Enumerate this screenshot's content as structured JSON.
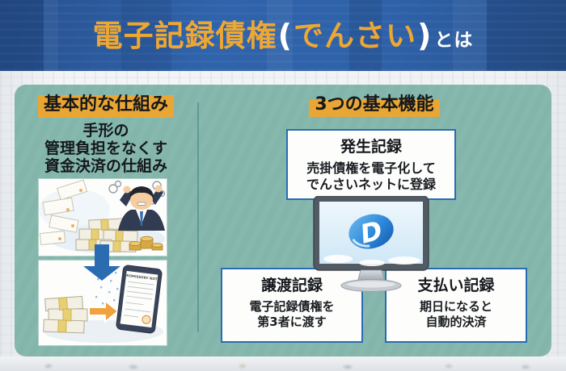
{
  "banner": {
    "title_main": "電子記録債権",
    "paren_open": "(",
    "title_inner": "でんさい",
    "paren_close": ")",
    "title_suffix": "とは"
  },
  "left_panel": {
    "heading": "基本的な仕組み",
    "description_lines": [
      "手形の",
      "管理負担をなくす",
      "資金決済の仕組み"
    ],
    "tablet_screen_label": "PROMISSORY NOTE"
  },
  "right_panel": {
    "heading": "3つの基本機能",
    "monitor_logo_letter": "D",
    "boxes": [
      {
        "title": "発生記録",
        "body_lines": [
          "売掛債権を電子化して",
          "でんさいネットに登録"
        ]
      },
      {
        "title": "譲渡記録",
        "body_lines": [
          "電子記録債権を",
          "第3者に渡す"
        ]
      },
      {
        "title": "支払い記録",
        "body_lines": [
          "期日になると",
          "自動的決済"
        ]
      }
    ]
  },
  "colors": {
    "panel_teal": "#83b5ab",
    "divider_teal": "#5e9a90",
    "highlight_yellow": "#eaa634",
    "banner_blue": "#2e61a8",
    "title_orange": "#eea733",
    "box_border_blue": "#2a6cb3",
    "arrow_blue": "#2b6bb2",
    "logo_blue": "#1c77d2"
  }
}
